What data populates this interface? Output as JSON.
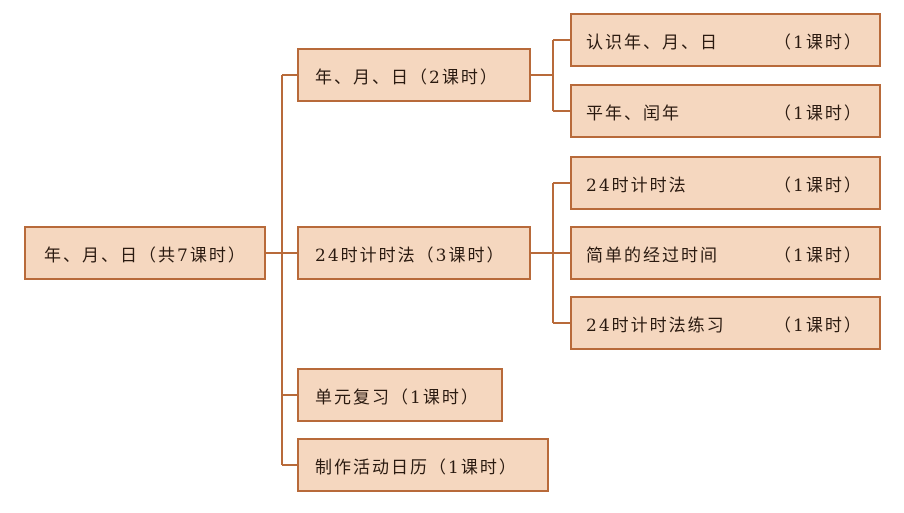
{
  "colors": {
    "line": "#b86a3a",
    "fill": "#f5d7bf",
    "text": "#2a1a10"
  },
  "root": {
    "label": "年、月、日（共7课时）"
  },
  "level1": [
    {
      "label": "年、月、日（2课时）"
    },
    {
      "label": "24时计时法（3课时）"
    },
    {
      "label": "单元复习（1课时）"
    },
    {
      "label": "制作活动日历（1课时）"
    }
  ],
  "level2": [
    {
      "label": "认识年、月、日",
      "hours": "（1课时）"
    },
    {
      "label": "平年、闰年",
      "hours": "（1课时）"
    },
    {
      "label": "24时计时法",
      "hours": "（1课时）"
    },
    {
      "label": "简单的经过时间",
      "hours": "（1课时）"
    },
    {
      "label": "24时计时法练习",
      "hours": "（1课时）"
    }
  ]
}
